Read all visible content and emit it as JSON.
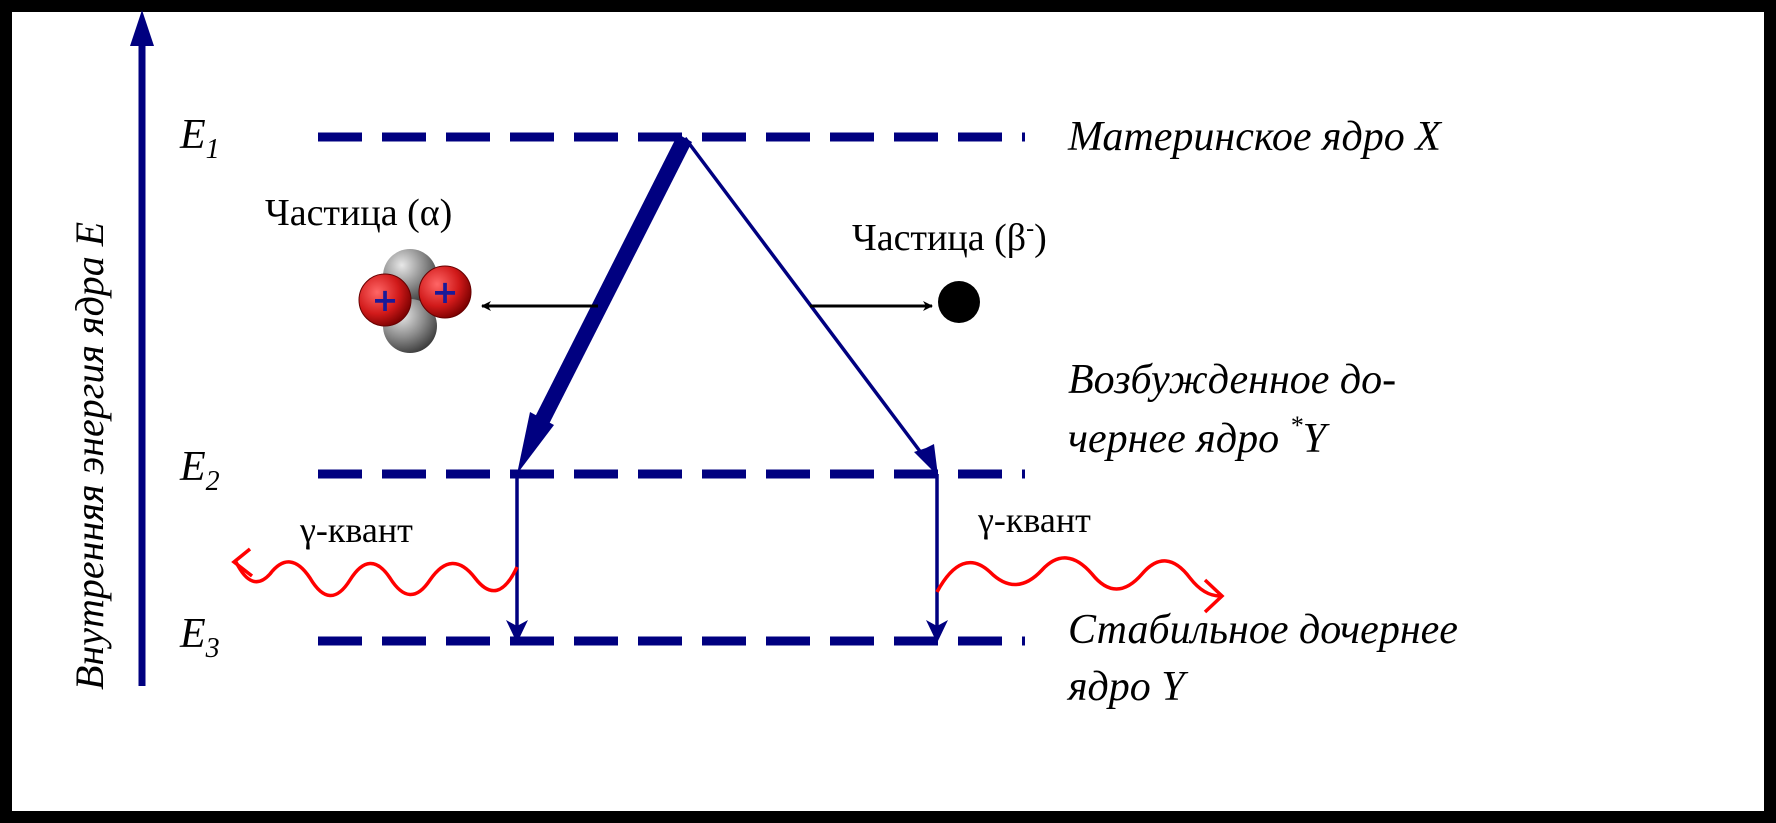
{
  "axis": {
    "label": "Внутренняя энергия ядра E"
  },
  "levels": [
    {
      "symbol": "E",
      "sub": "1",
      "description_lines": [
        "Материнское ядро X"
      ]
    },
    {
      "symbol": "E",
      "sub": "2",
      "description_lines": [
        "Возбужденное до-",
        "чернее ядро "
      ],
      "star": "*",
      "suffix": "Y"
    },
    {
      "symbol": "E",
      "sub": "3",
      "description_lines": [
        "Стабильное дочернее",
        "ядро Y"
      ]
    }
  ],
  "alpha": {
    "label": "Частица (α)",
    "proton_sign": "+"
  },
  "beta": {
    "label_main": "Частица (β",
    "label_sup": "-",
    "label_end": ")"
  },
  "gamma": {
    "left_label": "γ-квант",
    "right_label": "γ-квант"
  },
  "colors": {
    "navy": "#000080",
    "gamma": "#ff0000",
    "proton": "#cc1111",
    "neutron": "#808080",
    "frame": "#000000"
  }
}
